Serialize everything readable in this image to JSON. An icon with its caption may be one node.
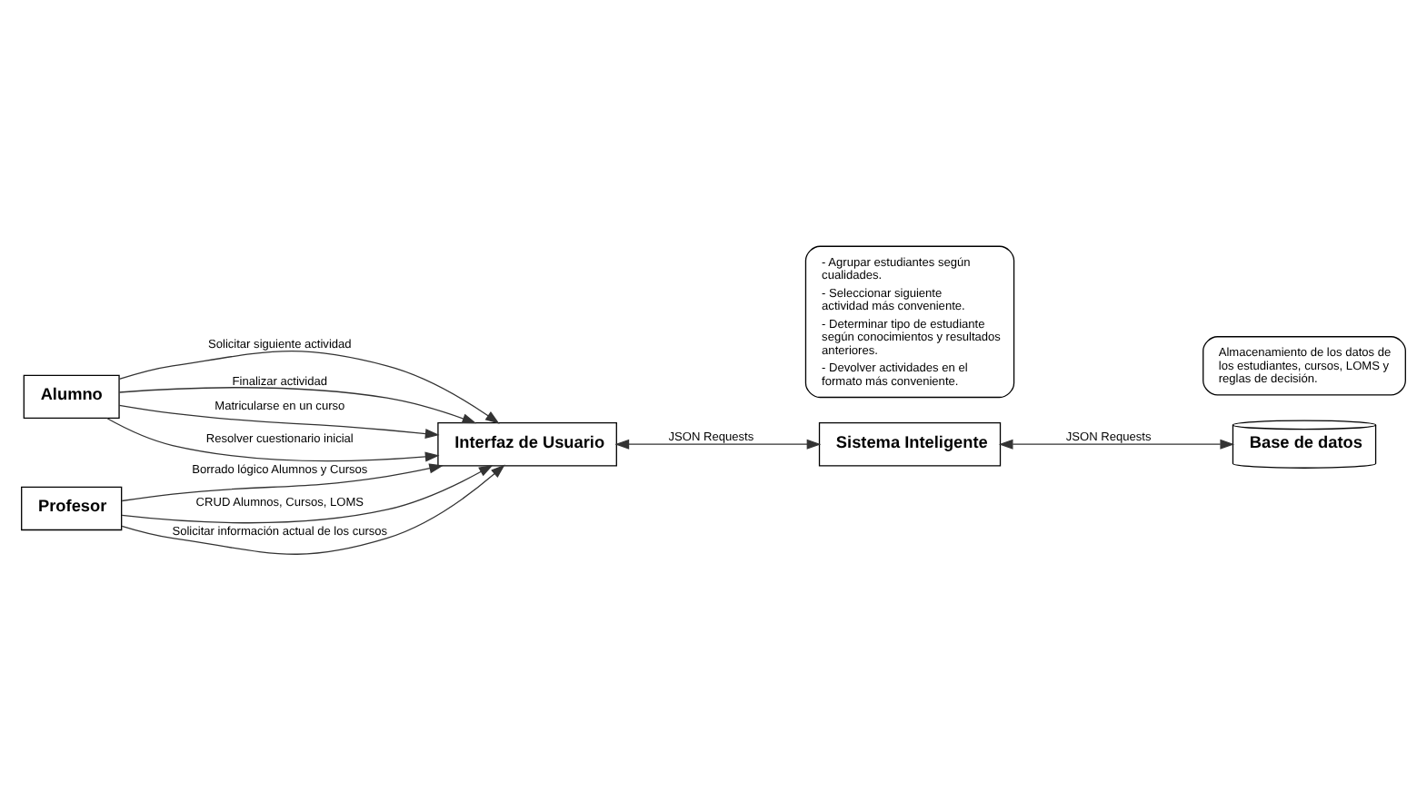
{
  "diagram": {
    "nodes": [
      {
        "text": [
          "Alumno"
        ]
      },
      {
        "text": [
          "Profesor"
        ]
      },
      {
        "text": [
          "Interfaz de Usuario"
        ]
      },
      {
        "text": [
          "Sistema Inteligente"
        ],
        "beside": [
          "- Agrupar estudiantes según cualidades.",
          "- Seleccionar siguiente actividad más conveniente.",
          "- Determinar tipo de estudiante según conocimientos y resultados anteriores.",
          "- Devolver actividades en el formato más conveniente."
        ]
      },
      {
        "text": [
          "Base de datos"
        ],
        "beside": [
          "Almacenamiento de los datos de los estudiantes, cursos, LOMS y reglas de decisión."
        ]
      }
    ],
    "edges": [
      {
        "from": 0,
        "to": 2,
        "arrow": "to",
        "label": "Solicitar siguiente actividad"
      },
      {
        "from": 0,
        "to": 2,
        "arrow": "to",
        "label": "Finalizar actividad"
      },
      {
        "from": 0,
        "to": 2,
        "arrow": "to",
        "label": "Matricularse en un curso"
      },
      {
        "from": 0,
        "to": 2,
        "arrow": "to",
        "label": "Resolver cuestionario inicial"
      },
      {
        "from": 1,
        "to": 2,
        "arrow": "to",
        "label": "Borrado lógico Alumnos y Cursos"
      },
      {
        "from": 1,
        "to": 2,
        "arrow": "to",
        "label": "CRUD Alumnos, Cursos, LOMS"
      },
      {
        "from": 1,
        "to": 2,
        "arrow": "to",
        "label": "Solicitar información actual de los cursos"
      },
      {
        "from": 2,
        "to": 3,
        "arrow": "both",
        "label": "JSON Requests"
      },
      {
        "from": 3,
        "to": 4,
        "arrow": "both",
        "label": "JSON Requests"
      }
    ]
  }
}
